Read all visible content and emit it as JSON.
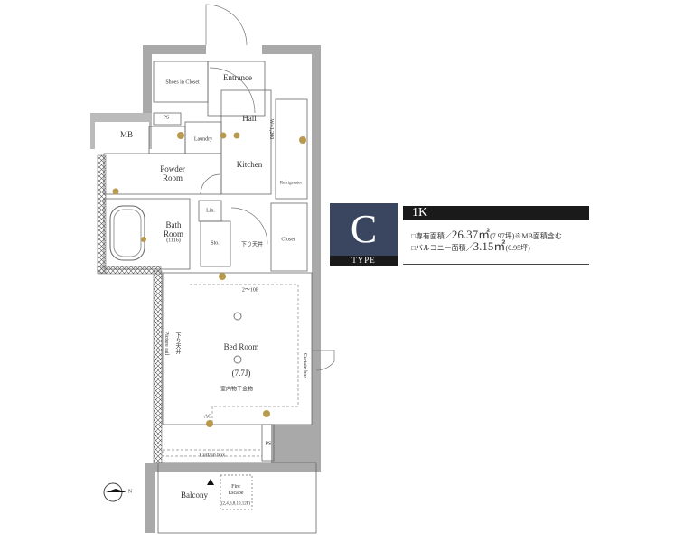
{
  "floor_plan": {
    "rooms": {
      "shoes_in_closet": "Shoes in Closet",
      "entrance": "Entrance",
      "ps_top": "PS",
      "mb": "MB",
      "laundry": "Laundry",
      "hall": "Hall",
      "w_dimension": "W=1,200",
      "kitchen": "Kitchen",
      "refrigerator": "Refrigerator",
      "powder_room": "Powder Room",
      "lin": "Lin.",
      "bath_room": "Bath Room",
      "bath_size": "(1116)",
      "sto": "Sto.",
      "lowered_ceiling_1": "下り天井",
      "closet": "Closet",
      "floor_range": "2～10F",
      "bed_room": "Bed Room",
      "bed_size": "(7.7J)",
      "indoor_drying": "室内物干金物",
      "picture_rail": "Picture rail",
      "lowered_ceiling_2": "下り天井",
      "curtain_box_side": "Curtain box",
      "ac": "AC",
      "ps_bottom": "PS",
      "curtain_box": "Curtain box",
      "balcony": "Balcony",
      "fire_escape": "Fire Escape",
      "fire_escape_floors": "(2,4,6,8,10,12F)",
      "compass_n": "N"
    }
  },
  "info": {
    "type_letter": "C",
    "type_label": "TYPE",
    "layout": "1K",
    "exclusive_area_label": "□専有面積／",
    "exclusive_area_value": "26.37㎡",
    "exclusive_area_note": "(7.97坪)※MB面積含む",
    "balcony_area_label": "□バルコニー面積／",
    "balcony_area_value": "3.15㎡",
    "balcony_area_note": "(0.95坪)"
  },
  "colors": {
    "type_box": "#3a4560",
    "wall": "#a9a9a9",
    "fixture": "#9a7b2e"
  }
}
